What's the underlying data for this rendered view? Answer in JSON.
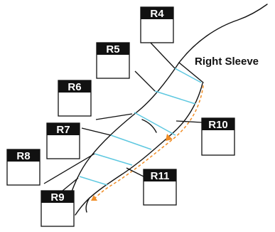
{
  "diagram": {
    "title": "Right Sleeve",
    "labels": [
      "R4",
      "R5",
      "R6",
      "R7",
      "R8",
      "R9",
      "R10",
      "R11"
    ],
    "colors": {
      "outline": "#111111",
      "seam_lines": "#5ec8e0",
      "dashed_path": "#f08c24",
      "label_fill": "#111111",
      "label_text": "#ffffff"
    }
  }
}
